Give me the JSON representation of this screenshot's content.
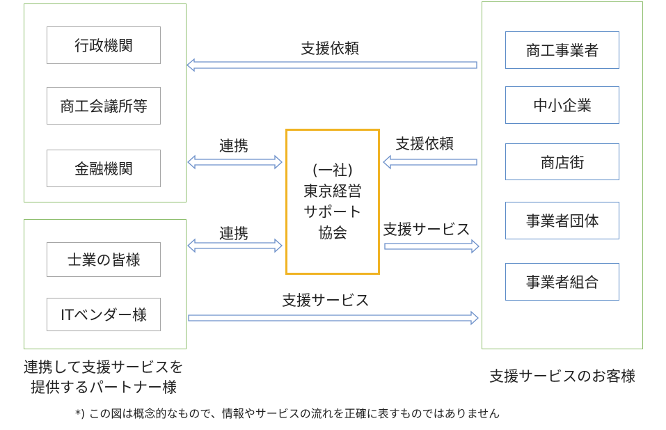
{
  "left_top_group": {
    "items": [
      "行政機関",
      "商工会議所等",
      "金融機関"
    ]
  },
  "left_bottom_group": {
    "items": [
      "士業の皆様",
      "ITベンダー様"
    ],
    "caption_line1": "連携して支援サービスを",
    "caption_line2": "提供するパートナー様"
  },
  "center_box": {
    "line1": "(一社)",
    "line2": "東京経営",
    "line3": "サポート",
    "line4": "協会"
  },
  "right_group": {
    "items": [
      "商工事業者",
      "中小企業",
      "商店街",
      "事業者団体",
      "事業者組合"
    ],
    "caption": "支援サービスのお客様"
  },
  "arrow_labels": {
    "top_request": "支援依頼",
    "link_upper": "連携",
    "link_lower": "連携",
    "center_request": "支援依頼",
    "center_service": "支援サービス",
    "bottom_service": "支援サービス"
  },
  "footnote": "*) この図は概念的なもので、情報やサービスの流れを正確に表すものではありません",
  "colors": {
    "group_border": "#8fbf6f",
    "center_border": "#f0b323",
    "arrow": "#6b8fc9",
    "node_blue_border": "#5b8bc7"
  }
}
